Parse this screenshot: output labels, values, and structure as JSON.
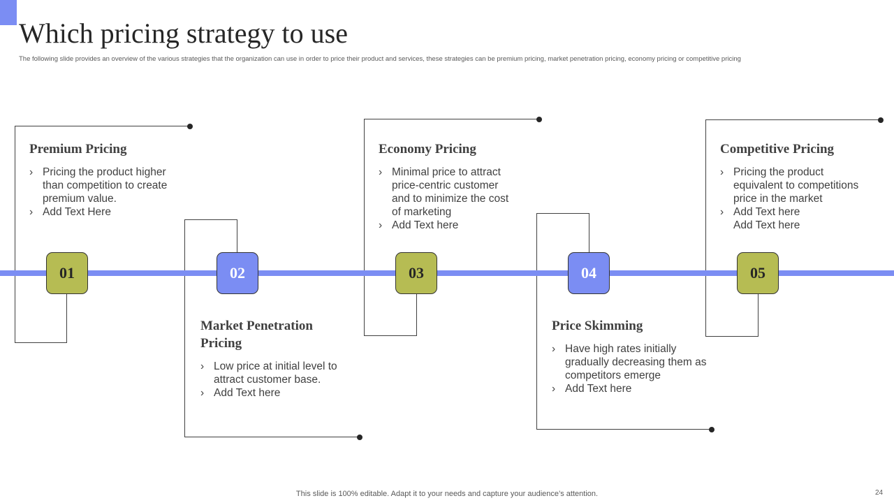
{
  "slide": {
    "title": "Which pricing strategy to use",
    "subtitle": "The following slide provides an overview of the various strategies that the organization can use in order to price their product and services, these strategies can be premium pricing, market penetration pricing, economy pricing or competitive pricing",
    "footer": "This slide is 100% editable. Adapt it to your needs and capture your audience’s attention.",
    "page_number": "24"
  },
  "colors": {
    "accent_blue": "#7b8df3",
    "accent_green": "#b6bc53",
    "line": "#404040"
  },
  "steps": [
    {
      "number": "01",
      "title": "Premium Pricing",
      "bullets": [
        "Pricing the product higher than competition to create premium value.",
        "Add Text Here"
      ]
    },
    {
      "number": "02",
      "title": "Market Penetration Pricing",
      "bullets": [
        "Low price at initial level to attract customer base.",
        "Add Text here"
      ]
    },
    {
      "number": "03",
      "title": "Economy Pricing",
      "bullets": [
        "Minimal price to attract price-centric customer and to minimize the cost of marketing",
        "Add Text here"
      ]
    },
    {
      "number": "04",
      "title": "Price Skimming",
      "bullets": [
        "Have high rates initially gradually decreasing them as competitors emerge",
        "Add Text here"
      ]
    },
    {
      "number": "05",
      "title": "Competitive Pricing",
      "bullets": [
        "Pricing the product equivalent to competitions price in the market",
        "Add Text here",
        "Add Text here"
      ]
    }
  ]
}
